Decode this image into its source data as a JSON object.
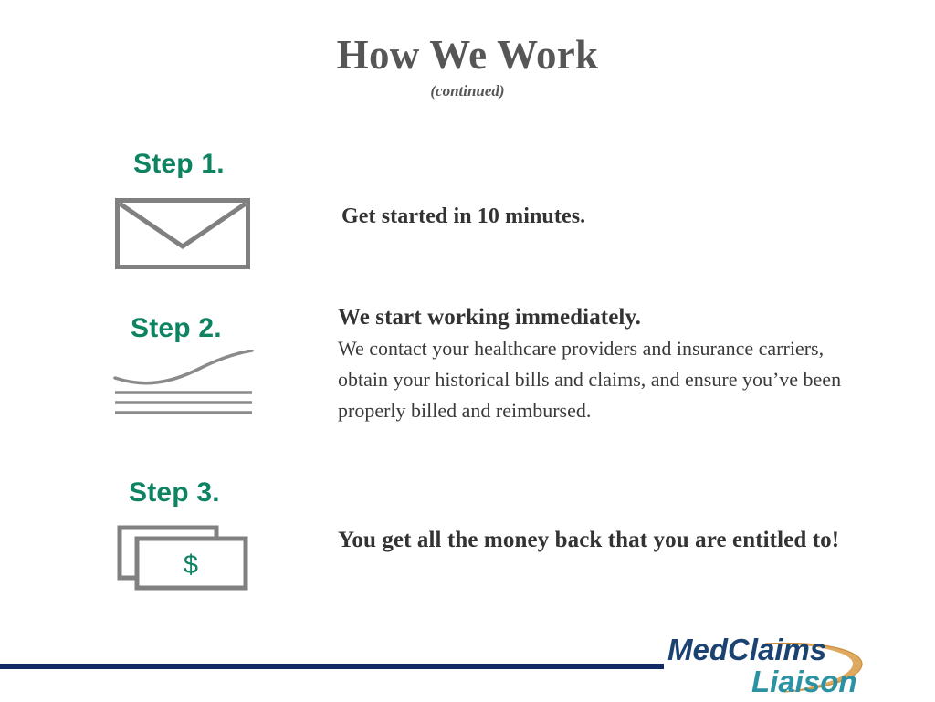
{
  "slide": {
    "title": "How We Work",
    "subtitle": "(continued)",
    "background_color": "#ffffff"
  },
  "colors": {
    "title_gray": "#565656",
    "step_teal": "#0d8361",
    "icon_gray": "#808080",
    "body_text": "#333333",
    "footer_navy": "#112a63",
    "logo_navy": "#1b4372",
    "logo_teal": "#2b92a3",
    "logo_swoosh_gold": "#e0a960"
  },
  "steps": [
    {
      "label": "Step 1.",
      "icon": "envelope-icon",
      "heading": "Get started in 10 minutes.",
      "body": ""
    },
    {
      "label": "Step 2.",
      "icon": "growth-chart-icon",
      "heading": "We start working immediately.",
      "body": "We contact your healthcare providers and insurance carriers, obtain your historical bills and claims, and ensure you’ve been properly billed and reimbursed."
    },
    {
      "label": "Step 3.",
      "icon": "money-bills-icon",
      "heading": "You get all the money back that you are entitled to!",
      "body": "",
      "icon_symbol": "$"
    }
  ],
  "footer": {
    "logo": {
      "line1": "MedClaims",
      "line2": "Liaison",
      "swoosh": "gold-swoosh-icon"
    }
  }
}
